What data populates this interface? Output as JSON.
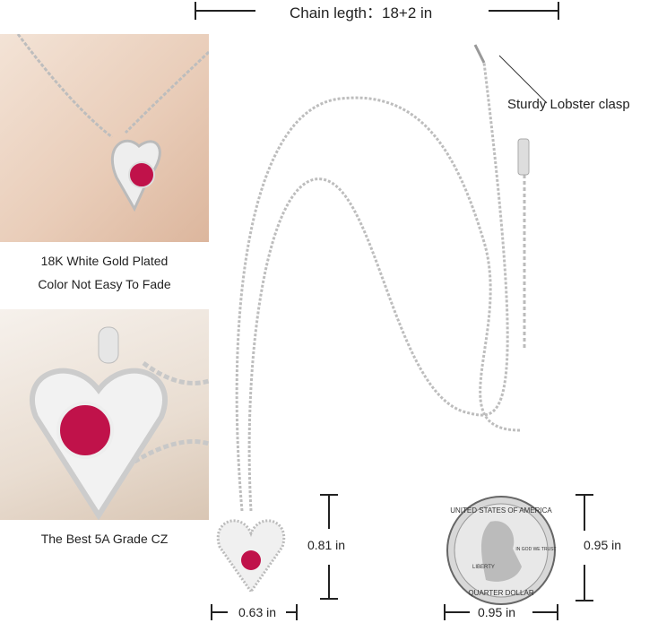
{
  "header": {
    "chain_length": "Chain legth：18+2 in"
  },
  "callouts": {
    "clasp": "Sturdy Lobster clasp"
  },
  "panels": [
    {
      "caption_lines": [
        "18K White Gold Plated",
        "Color Not Easy To Fade"
      ]
    },
    {
      "caption_lines": [
        "The Best 5A Grade CZ"
      ]
    }
  ],
  "dimensions": {
    "pendant_height": "0.81 in",
    "pendant_width": "0.63 in",
    "coin_height": "0.95 in",
    "coin_width": "0.95 in"
  },
  "coin_lettering": [
    "UNITED STATES OF AMERICA",
    "LIBERTY",
    "IN GOD WE TRUST",
    "QUARTER DOLLAR"
  ],
  "colors": {
    "gem": "#c0124a",
    "silver": "#c9c9c9",
    "text": "#222222"
  }
}
